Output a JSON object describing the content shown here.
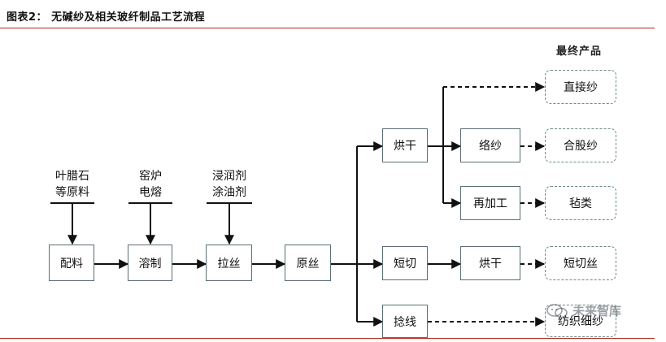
{
  "figure_title": "图表2：  无碱纱及相关玻纤制品工艺流程",
  "final_products_heading": "最终产品",
  "sources": [
    {
      "id": "raw",
      "line1": "叶腊石",
      "line2": "等原料"
    },
    {
      "id": "kiln",
      "line1": "窑炉",
      "line2": "电熔"
    },
    {
      "id": "sizing",
      "line1": "浸润剂",
      "line2": "涂油剂"
    }
  ],
  "process_nodes": {
    "batching": "配料",
    "melting": "溶制",
    "drawing": "拉丝",
    "raw_yarn": "原丝",
    "drying_1": "烘干",
    "chopping": "短切",
    "winding": "捻线",
    "twisting": "络纱",
    "reprocessing": "再加工",
    "drying_2": "烘干"
  },
  "final_products": {
    "direct_roving": "直接纱",
    "assembled_roving": "合股纱",
    "mats": "毡类",
    "chopped_strand": "短切丝",
    "textile_yarn": "纺织细纱"
  },
  "watermark": "未来智库",
  "colors": {
    "rule": "#b3261e",
    "node_border": "#5a6e73",
    "dashed_border": "#6c8a86",
    "arrow": "#111111"
  }
}
